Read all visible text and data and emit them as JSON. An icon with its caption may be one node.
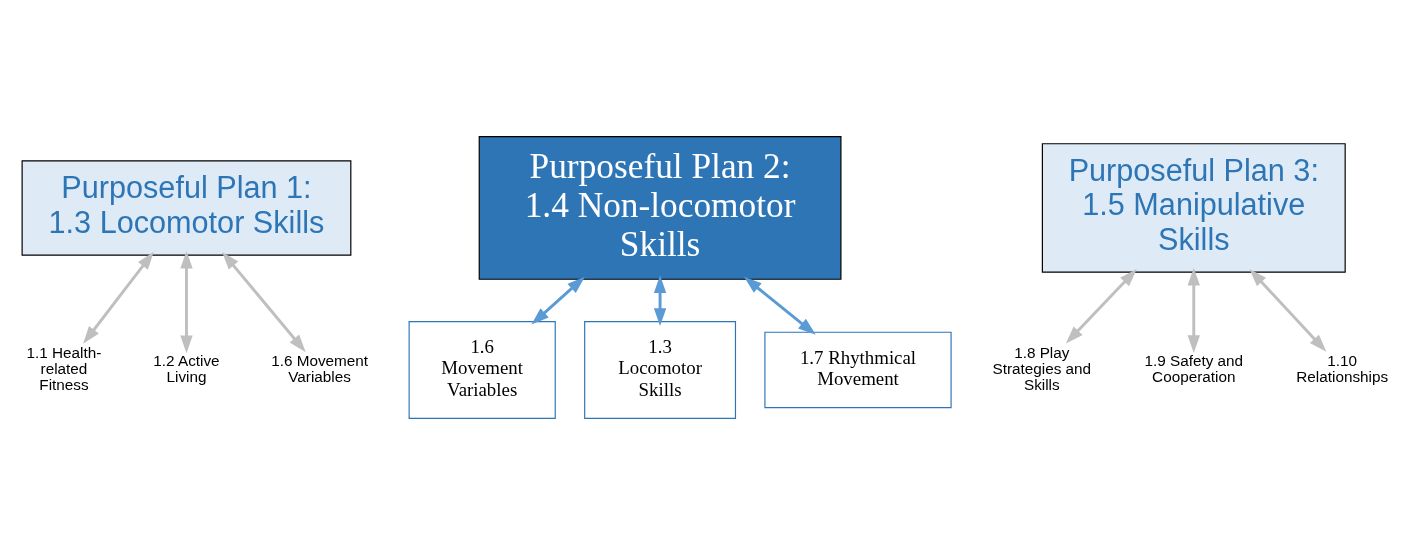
{
  "diagram": {
    "nodes": [
      {
        "text": [
          "Purposeful Plan 1: 1.3 Locomotor Skills"
        ]
      },
      {
        "text": [
          "Purposeful Plan 2: 1.4 Non-locomotor Skills"
        ]
      },
      {
        "text": [
          "Purposeful Plan 3: 1.5 Manipulative Skills"
        ]
      },
      {
        "text": [
          "1.1 Health-related Fitness"
        ]
      },
      {
        "text": [
          "1.2 Active Living"
        ]
      },
      {
        "text": [
          "1.6 Movement Variables"
        ]
      },
      {
        "text": [
          "1.6 Movement Variables"
        ]
      },
      {
        "text": [
          "1.3 Locomotor Skills"
        ]
      },
      {
        "text": [
          "1.7 Rhythmical Movement"
        ]
      },
      {
        "text": [
          "1.8 Play Strategies and Skills"
        ]
      },
      {
        "text": [
          "1.9 Safety and Cooperation"
        ]
      },
      {
        "text": [
          "1.10 Relationships"
        ]
      }
    ],
    "edges": [
      {
        "from": 0,
        "to": 3,
        "arrow": "both"
      },
      {
        "from": 0,
        "to": 4,
        "arrow": "both"
      },
      {
        "from": 0,
        "to": 5,
        "arrow": "both"
      },
      {
        "from": 1,
        "to": 6,
        "arrow": "both",
        "color": "#5b9bd5"
      },
      {
        "from": 1,
        "to": 8,
        "arrow": "both",
        "color": "#5b9bd5"
      },
      {
        "from": 1,
        "to": 7,
        "arrow": "both",
        "color": "#5b9bd5"
      },
      {
        "from": 2,
        "to": 9,
        "arrow": "both"
      },
      {
        "from": 2,
        "to": 10,
        "arrow": "both"
      },
      {
        "from": 2,
        "to": 11,
        "arrow": "both"
      }
    ]
  }
}
